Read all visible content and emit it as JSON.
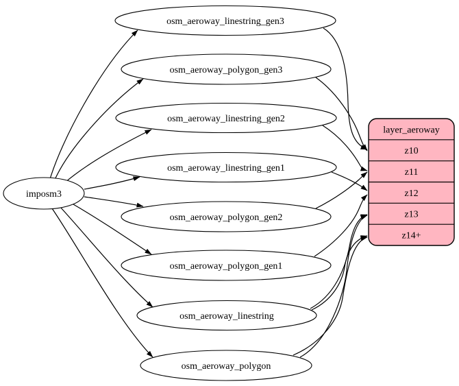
{
  "diagram": {
    "kind": "etl-dependency-graph",
    "background_color": "#ffffff",
    "edge_color": "#000000",
    "table_fill_color": "#ffffff",
    "table_border_color": "#000000",
    "layer_fill_color": "#ffb6c1",
    "layer_border_color": "#000000",
    "text_color": "#000000"
  },
  "source": {
    "label": "imposm3"
  },
  "tables": [
    {
      "id": "osm_aeroway_linestring_gen3",
      "label": "osm_aeroway_linestring_gen3"
    },
    {
      "id": "osm_aeroway_polygon_gen3",
      "label": "osm_aeroway_polygon_gen3"
    },
    {
      "id": "osm_aeroway_linestring_gen2",
      "label": "osm_aeroway_linestring_gen2"
    },
    {
      "id": "osm_aeroway_linestring_gen1",
      "label": "osm_aeroway_linestring_gen1"
    },
    {
      "id": "osm_aeroway_polygon_gen2",
      "label": "osm_aeroway_polygon_gen2"
    },
    {
      "id": "osm_aeroway_polygon_gen1",
      "label": "osm_aeroway_polygon_gen1"
    },
    {
      "id": "osm_aeroway_linestring",
      "label": "osm_aeroway_linestring"
    },
    {
      "id": "osm_aeroway_polygon",
      "label": "osm_aeroway_polygon"
    }
  ],
  "layer": {
    "title": "layer_aeroway",
    "zoom_rows": [
      "z10",
      "z11",
      "z12",
      "z13",
      "z14+"
    ]
  },
  "edges": {
    "from_source": [
      {
        "from": "imposm3",
        "to": "osm_aeroway_linestring_gen3"
      },
      {
        "from": "imposm3",
        "to": "osm_aeroway_polygon_gen3"
      },
      {
        "from": "imposm3",
        "to": "osm_aeroway_linestring_gen2"
      },
      {
        "from": "imposm3",
        "to": "osm_aeroway_linestring_gen1"
      },
      {
        "from": "imposm3",
        "to": "osm_aeroway_polygon_gen2"
      },
      {
        "from": "imposm3",
        "to": "osm_aeroway_polygon_gen1"
      },
      {
        "from": "imposm3",
        "to": "osm_aeroway_linestring"
      },
      {
        "from": "imposm3",
        "to": "osm_aeroway_polygon"
      }
    ],
    "to_layer": [
      {
        "from": "osm_aeroway_linestring_gen3",
        "to": "z10"
      },
      {
        "from": "osm_aeroway_polygon_gen3",
        "to": "z10"
      },
      {
        "from": "osm_aeroway_linestring_gen2",
        "to": "z11"
      },
      {
        "from": "osm_aeroway_polygon_gen2",
        "to": "z11"
      },
      {
        "from": "osm_aeroway_linestring_gen1",
        "to": "z12"
      },
      {
        "from": "osm_aeroway_polygon_gen1",
        "to": "z12"
      },
      {
        "from": "osm_aeroway_linestring",
        "to": "z13"
      },
      {
        "from": "osm_aeroway_polygon",
        "to": "z13"
      },
      {
        "from": "osm_aeroway_linestring",
        "to": "z14+"
      },
      {
        "from": "osm_aeroway_polygon",
        "to": "z14+"
      }
    ]
  }
}
